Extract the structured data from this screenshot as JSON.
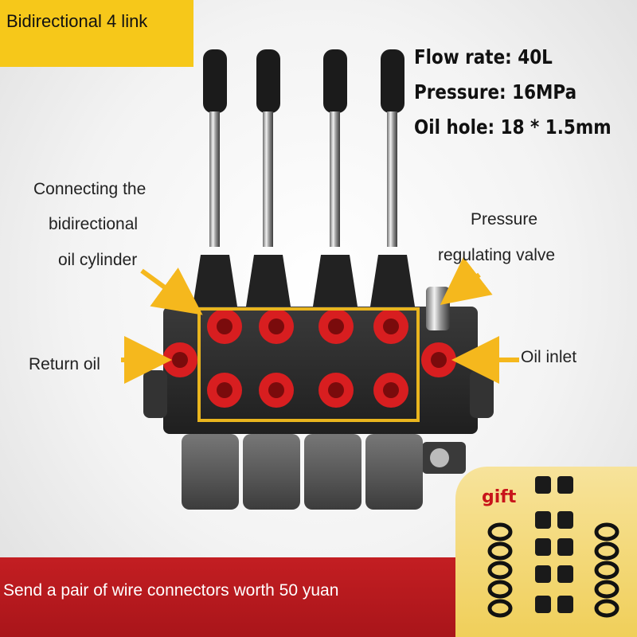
{
  "header_tag": "Bidirectional 4 link",
  "specs": {
    "flow_rate": "Flow rate: 40L",
    "pressure": "Pressure: 16MPa",
    "oil_hole": "Oil hole: 18 * 1.5mm"
  },
  "annotations": {
    "cylinder_line1": "Connecting the",
    "cylinder_line2": "bidirectional",
    "cylinder_line3": "oil cylinder",
    "regulating_line1": "Pressure",
    "regulating_line2": "regulating valve",
    "return_oil": "Return oil",
    "oil_inlet": "Oil inlet"
  },
  "gift": "gift",
  "banner": "Send a pair of wire connectors worth 50 yuan",
  "colors": {
    "tag_yellow": "#f6c81a",
    "highlight_box": "#e9b51e",
    "port_red": "#d81e20",
    "arrow_yellow": "#f5b81d",
    "banner_red": "#b5181c"
  }
}
